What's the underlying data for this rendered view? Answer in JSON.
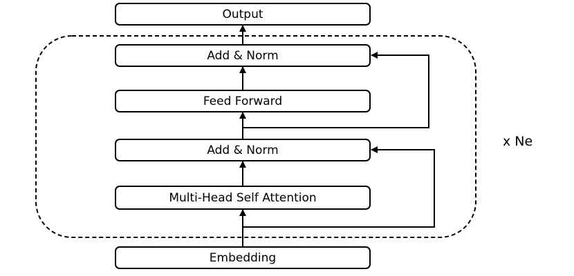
{
  "diagram": {
    "blocks": {
      "output": "Output",
      "add_norm_top": "Add & Norm",
      "feed_forward": "Feed Forward",
      "add_norm_bottom": "Add & Norm",
      "self_attention": "Multi-Head Self Attention",
      "embedding": "Embedding"
    },
    "repeat_label": "x Ne"
  },
  "colors": {
    "stroke": "#000000",
    "fill": "#ffffff"
  }
}
